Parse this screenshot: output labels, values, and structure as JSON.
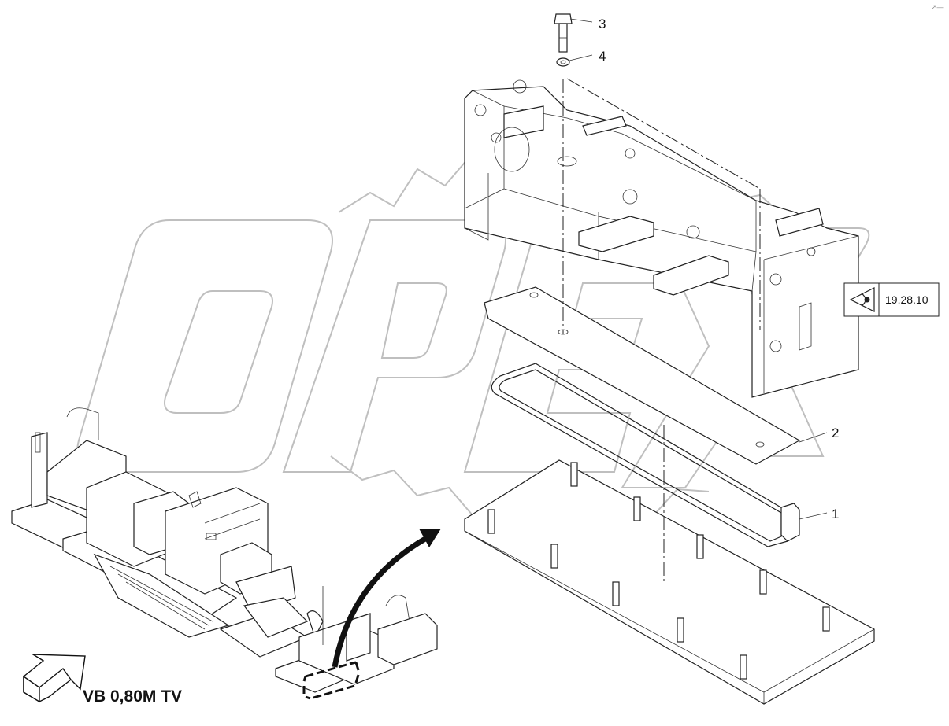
{
  "callouts": [
    {
      "number": "1"
    },
    {
      "number": "2"
    },
    {
      "number": "3"
    },
    {
      "number": "4"
    }
  ],
  "reference_box": {
    "text": "19.28.10",
    "icon": "eye-view-icon"
  },
  "model_label": "VB 0,80M TV",
  "watermark_brand": "OPEX",
  "corner_mark": "↗—"
}
